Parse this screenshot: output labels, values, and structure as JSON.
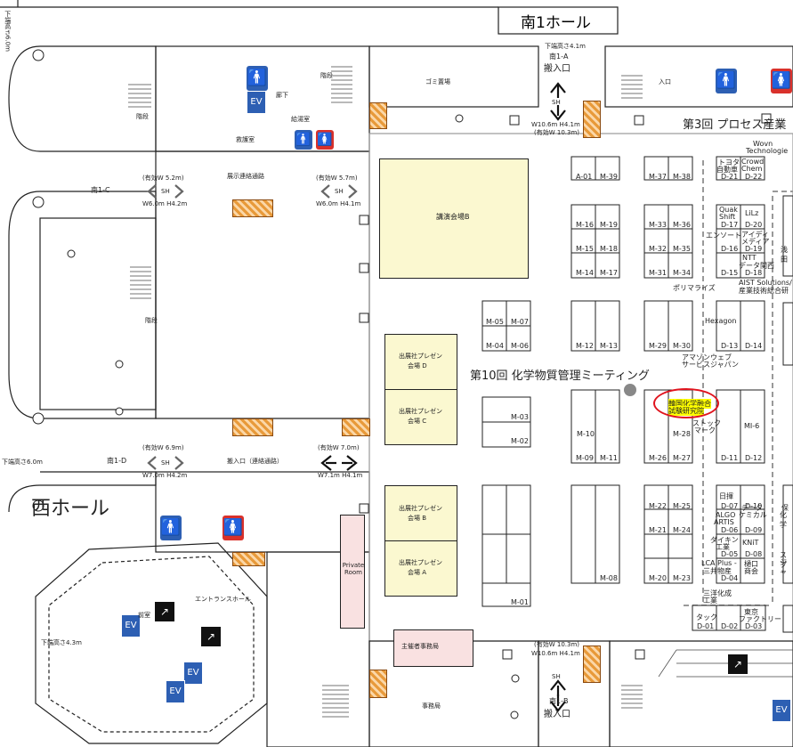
{
  "halls": {
    "south1": "南1ホール",
    "west": "西ホール",
    "south1_c": "南1-C",
    "south1_d": "南1-D"
  },
  "entrances": {
    "a_label": "南1-A",
    "a_name": "搬入口",
    "a_height": "下端高さ4.1m",
    "a_size": "W10.6m H4.1m",
    "a_eff": "(有効W 10.3m)",
    "b_label": "南1-B",
    "b_name": "搬入口",
    "b_size": "W10.6m H4.1m",
    "b_eff": "(有効W 10.3m)",
    "c_left_eff": "(有効W 5.2m)",
    "c_left_size": "W6.0m H4.2m",
    "c_right_eff": "(有効W 5.7m)",
    "c_right_size": "W6.0m H4.1m",
    "d_left_eff": "(有効W 6.9m)",
    "d_left_size": "W7.0m H4.2m",
    "d_right_eff": "(有効W 7.0m)",
    "d_right_size": "W7.1m H4.1m",
    "sh": "SH",
    "west_height_top": "下端高さ6.0m",
    "west_height_mid": "下端高さ6.0m",
    "west_height_low": "下端高さ4.3m"
  },
  "rooms": {
    "lecture_b": "講演会場B",
    "presen_d_1": "出展社プレゼン",
    "presen_d_2": "会場 D",
    "presen_c_1": "出展社プレゼン",
    "presen_c_2": "会場 C",
    "presen_b_1": "出展社プレゼン",
    "presen_b_2": "会場 B",
    "presen_a_1": "出展社プレゼン",
    "presen_a_2": "会場 A",
    "private_room": "Private Room",
    "organizer_office": "主催者事務局",
    "office": "事務局",
    "corridor_top": "展示連絡通路",
    "corridor_bottom": "搬入口（連絡通路）",
    "entrance_hall": "エントランスホール",
    "garbage": "ゴミ置場",
    "stairs": "階段",
    "hallway": "廊下",
    "water": "給湯室",
    "rescue": "救護室",
    "entry": "入口",
    "front": "前室"
  },
  "events": {
    "chem": "第10回 化学物質管理ミーティング",
    "process": "第3回 プロセス産業"
  },
  "booths": {
    "a01": "A-01",
    "m39": "M-39",
    "m37": "M-37",
    "m38": "M-38",
    "m16": "M-16",
    "m19": "M-19",
    "m15": "M-15",
    "m18": "M-18",
    "m14": "M-14",
    "m17": "M-17",
    "m36": "M-36",
    "m33": "M-33",
    "m35": "M-35",
    "m32": "M-32",
    "m31": "M-31",
    "m34": "M-34",
    "m05": "M-05",
    "m07": "M-07",
    "m04": "M-04",
    "m06": "M-06",
    "m12": "M-12",
    "m13": "M-13",
    "m29": "M-29",
    "m30": "M-30",
    "m03": "M-03",
    "m02": "M-02",
    "m10": "M-10",
    "m09": "M-09",
    "m11": "M-11",
    "m28": "M-28",
    "m26": "M-26",
    "m27": "M-27",
    "m22": "M-22",
    "m25": "M-25",
    "m21": "M-21",
    "m24": "M-24",
    "m08": "M-08",
    "m20": "M-20",
    "m23": "M-23",
    "m01": "M-01",
    "d21": "D-21",
    "d22": "D-22",
    "d17": "D-17",
    "d20": "D-20",
    "d16": "D-16",
    "d19": "D-19",
    "d15": "D-15",
    "d18": "D-18",
    "d13": "D-13",
    "d14": "D-14",
    "d11": "D-11",
    "d12": "D-12",
    "d07": "D-07",
    "d10": "D-10",
    "d06": "D-06",
    "d09": "D-09",
    "d05": "D-05",
    "d08": "D-08",
    "d04": "D-04",
    "d01": "D-01",
    "d02": "D-02",
    "d03": "D-03"
  },
  "exhibitors": {
    "toyota_1": "トヨタ",
    "toyota_2": "自動車",
    "crowd_1": "Crowd",
    "crowd_2": "Chem",
    "wovn_1": "Wovn",
    "wovn_2": "Technologie",
    "quak_1": "Quak",
    "quak_2": "Shift",
    "lilz": "LiLz",
    "ensort": "エンソート",
    "aidy_1": "アイディ",
    "aidy_2": "メディア",
    "ntt_1": "NTT",
    "ntt_2": "データ関西",
    "polymer": "ポリマライズ",
    "aist_1": "AIST Solutions/",
    "aist_2": "産業技術総合研",
    "hexagon": "Hexagon",
    "aws_1": "アマゾンウェブ",
    "aws_2": "サービスジャパン",
    "korea_1": "韓国化学融合",
    "korea_2": "試験研究院",
    "stock_1": "ストック",
    "stock_2": "マーク",
    "mi6": "MI-6",
    "nikki": "日揮",
    "data_chem_1": "データ",
    "data_chem_2": "ケミカル",
    "algo_1": "ALGO",
    "algo_2": "ARTIS",
    "daikin_1": "ダイキン",
    "daikin_2": "工業",
    "knit": "KNiT",
    "lca_1": "LCA Plus -",
    "lca_2": "三井物産",
    "higuchi_1": "樋口",
    "higuchi_2": "商会",
    "sanyo_1": "三洋化成",
    "sanyo_2": "工業",
    "tack": "タック",
    "tokyo_1": "東京",
    "tokyo_2": "ファクトリー",
    "asaka": "浅田",
    "edge_1": "保",
    "edge_2": "化学",
    "edge_3": "スプ",
    "edge_4": "ジャ"
  },
  "colors": {
    "restroom_male": "#2d5fb3",
    "restroom_female": "#d9312b",
    "hatch": "#e89a3a",
    "presen": "#fbf8d0",
    "lecture": "#fbf8d0",
    "private": "#f9e1e1",
    "highlight": "#ffff00",
    "circle": "#e0141e"
  }
}
